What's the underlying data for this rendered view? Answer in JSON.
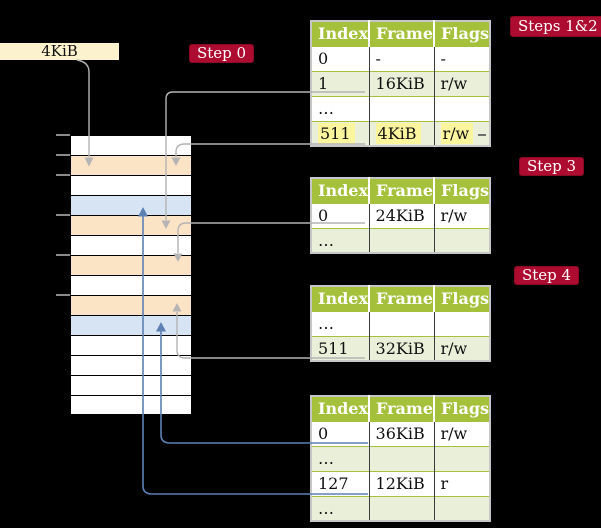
{
  "cr3_box": {
    "label": "4KiB"
  },
  "step_badges": {
    "step0": {
      "label": "Step 0"
    },
    "steps12": {
      "label": "Steps 1&2"
    },
    "step3": {
      "label": "Step 3"
    },
    "step4": {
      "label": "Step 4"
    }
  },
  "page_tables": [
    {
      "name": "page-table-steps-1-2",
      "columns": [
        "Index",
        "Frame",
        "Flags"
      ],
      "rows": [
        {
          "cells": [
            "0",
            "-",
            "-"
          ],
          "shaded": false,
          "highlighted": false
        },
        {
          "cells": [
            "1",
            "16KiB",
            "r/w"
          ],
          "shaded": true,
          "highlighted": false
        },
        {
          "cells": [
            "…",
            "",
            ""
          ],
          "shaded": false,
          "highlighted": false
        },
        {
          "cells": [
            "511",
            "4KiB",
            "r/w"
          ],
          "shaded": true,
          "highlighted": true
        }
      ]
    },
    {
      "name": "page-table-step-3",
      "columns": [
        "Index",
        "Frame",
        "Flags"
      ],
      "rows": [
        {
          "cells": [
            "0",
            "24KiB",
            "r/w"
          ],
          "shaded": false,
          "highlighted": false
        },
        {
          "cells": [
            "…",
            "",
            ""
          ],
          "shaded": true,
          "highlighted": false
        }
      ]
    },
    {
      "name": "page-table-step-4",
      "columns": [
        "Index",
        "Frame",
        "Flags"
      ],
      "rows": [
        {
          "cells": [
            "…",
            "",
            ""
          ],
          "shaded": false,
          "highlighted": false
        },
        {
          "cells": [
            "511",
            "32KiB",
            "r/w"
          ],
          "shaded": true,
          "highlighted": false
        }
      ]
    },
    {
      "name": "page-table-level-1",
      "columns": [
        "Index",
        "Frame",
        "Flags"
      ],
      "rows": [
        {
          "cells": [
            "0",
            "36KiB",
            "r/w"
          ],
          "shaded": false,
          "highlighted": false
        },
        {
          "cells": [
            "…",
            "",
            ""
          ],
          "shaded": true,
          "highlighted": false
        },
        {
          "cells": [
            "127",
            "12KiB",
            "r"
          ],
          "shaded": false,
          "highlighted": false
        },
        {
          "cells": [
            "…",
            "",
            ""
          ],
          "shaded": true,
          "highlighted": false
        }
      ]
    }
  ],
  "memory_column": {
    "frames": [
      "plain",
      "table",
      "plain",
      "page",
      "table",
      "plain",
      "table",
      "plain",
      "table",
      "page",
      "plain",
      "plain",
      "plain",
      "plain"
    ]
  },
  "colors": {
    "background": "#000000",
    "frame_plain": "#ffffff",
    "frame_table_fill": "#fbe3c5",
    "frame_page_fill": "#d7e4f3",
    "cr3_box_fill": "#fcf2cd",
    "highlight_fill": "#fbf59e",
    "table_header_fill": "#a5c13c",
    "table_row_shaded_fill": "#e9efd9",
    "badge_fill": "#ad0c30",
    "pointer_gray": "#b4b4b4",
    "pointer_blue": "#5d81b4"
  }
}
